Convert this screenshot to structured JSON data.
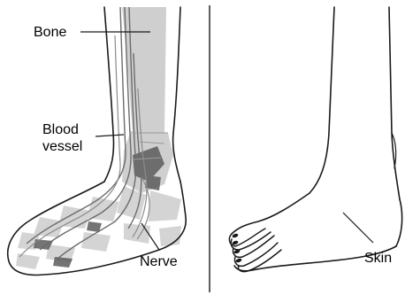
{
  "labels": {
    "bone": "Bone",
    "blood_vessel_line1": "Blood",
    "blood_vessel_line2": "vessel",
    "nerve": "Nerve",
    "skin": "Skin"
  },
  "colors": {
    "ink": "#1a1a1a",
    "bone_fill": "#cfcfcf",
    "vessel": "#6b6b6b",
    "nerve": "#8a8a8a",
    "muscle": "#5c5c5c"
  }
}
